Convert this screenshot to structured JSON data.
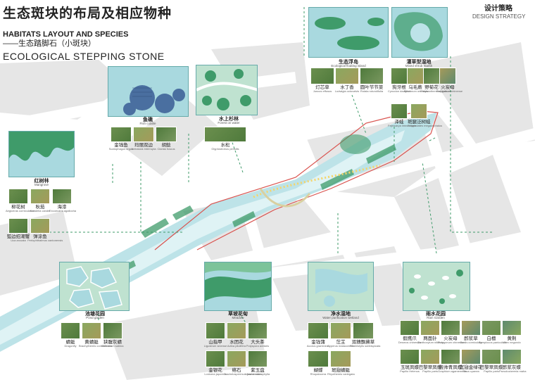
{
  "header": {
    "title_cn": "生态斑块的布局及相应物种",
    "title_en": "HABITATS LAYOUT AND SPECIES",
    "subtitle_cn": "——生态踏脚石（小斑块）",
    "subtitle_en": "ECOLOGICAL STEPPING STONE",
    "section_cn": "设计策略",
    "section_en": "DESIGN STRATEGY"
  },
  "colors": {
    "water": "#bde3e8",
    "land": "#c7c9ca",
    "background": "#e4e4e4",
    "accent": "#d9534f",
    "green": "#3f9b6a"
  },
  "habitats": {
    "fish": {
      "name": "鱼礁",
      "en": "Fish cobble"
    },
    "pine": {
      "name": "水上杉林",
      "en": "Forest on water"
    },
    "floating": {
      "name": "生态浮岛",
      "en": "Ecological floating island"
    },
    "shrub": {
      "name": "灌草型湿地",
      "en": "Mixed shrub marsh"
    },
    "mangrove": {
      "name": "红树林",
      "en": "Mangrove"
    },
    "pond": {
      "name": "池塘花园",
      "en": "Pond garden"
    },
    "meadow": {
      "name": "草坡花甸",
      "en": "Meadow"
    },
    "purify": {
      "name": "净水湿地",
      "en": "Water purification wetland"
    },
    "rain": {
      "name": "雨水花园",
      "en": "Rain Garden"
    }
  },
  "species": {
    "fish": [
      {
        "name": "金钱鱼",
        "latin": "Scatophagus argus"
      },
      {
        "name": "玛丽双边",
        "latin": "Ambassis interrupta"
      },
      {
        "name": "胡鲶",
        "latin": "Clarias fuscus"
      }
    ],
    "pine": [
      {
        "name": "水松",
        "latin": "Glyptostrobus pensilis"
      }
    ],
    "floating": [
      {
        "name": "灯芯草",
        "latin": "Juncus effusus"
      },
      {
        "name": "水丁香",
        "latin": "Ludwigia octovalvis"
      },
      {
        "name": "圆叶节节菜",
        "latin": "Rotala rotundifolia"
      }
    ],
    "shrub1": [
      {
        "name": "狗牙根",
        "latin": "Cynodon dactylon"
      },
      {
        "name": "乌毛蕨",
        "latin": "Blechnum orientale"
      },
      {
        "name": "野菊花",
        "latin": "Chrysanthemum indicum"
      },
      {
        "name": "火炭母",
        "latin": "Polygonum chinense"
      }
    ],
    "shrub2": [
      {
        "name": "泽蛙",
        "latin": "Fejervarya limnocharis"
      },
      {
        "name": "斑腿泛树蛙",
        "latin": "Polypedates megacephalus"
      }
    ],
    "mangrove1": [
      {
        "name": "柳花树",
        "latin": "Aegiceras corniculatum"
      },
      {
        "name": "秋茄",
        "latin": "Kandelia candel"
      },
      {
        "name": "海漆",
        "latin": "Excoecaria agallocha"
      }
    ],
    "mangrove2": [
      {
        "name": "弧边招潮蟹",
        "latin": "Uca arcuata"
      },
      {
        "name": "弹涂鱼",
        "latin": "Periophthalmus cantonensis"
      }
    ],
    "pond": [
      {
        "name": "蜻蜓",
        "latin": "Dragonfly"
      },
      {
        "name": "黄蜻蜓",
        "latin": "Brachythemis contaminata"
      },
      {
        "name": "狭腹灰蜻",
        "latin": "Orthetrum sabina"
      }
    ],
    "meadow1": [
      {
        "name": "山指甲",
        "latin": "Ligustrum sinense"
      },
      {
        "name": "水团花",
        "latin": "Adina pilulifera"
      },
      {
        "name": "大头茶",
        "latin": "Polyspora axillaris"
      }
    ],
    "meadow2": [
      {
        "name": "金银花",
        "latin": "Lonicera japonica"
      },
      {
        "name": "络石",
        "latin": "Trachelospermum jasminoides"
      },
      {
        "name": "紫玉盘",
        "latin": "Uvaria macrophylla"
      }
    ],
    "purify1": [
      {
        "name": "金钱蒲",
        "latin": "Acorus gramineus"
      },
      {
        "name": "茳芏",
        "latin": "Cyperus malaccensis"
      },
      {
        "name": "双穗飘拂草",
        "latin": "Fimbristylis subbispicata"
      }
    ],
    "purify2": [
      {
        "name": "蝴蝶",
        "latin": "Rhopalocera"
      },
      {
        "name": "斑翅蜻蜓",
        "latin": "Rhyothemis variegata"
      }
    ],
    "rain1": [
      {
        "name": "假鹰爪",
        "latin": "Desmos chinensis"
      },
      {
        "name": "两面针",
        "latin": "Zanthoxylum nitidum"
      },
      {
        "name": "火炭母",
        "latin": "Polygonum chinense"
      },
      {
        "name": "酢浆草",
        "latin": "Oxalis corniculata"
      },
      {
        "name": "白檀",
        "latin": "Symplocos paniculata"
      },
      {
        "name": "黄荆",
        "latin": "Vitex negundo"
      }
    ],
    "rain2": [
      {
        "name": "玉斑凤蝶",
        "latin": "Papilio Helenus"
      },
      {
        "name": "巴黎翠凤蝶",
        "latin": "Papilio paris"
      },
      {
        "name": "统帅青凤蝶",
        "latin": "Graphium agamemnon"
      },
      {
        "name": "宽翅金绿花",
        "latin": "Rhoa cyanea"
      },
      {
        "name": "巴黎翠凤蝶",
        "latin": "Papilio paris"
      },
      {
        "name": "酢浆灰蝶",
        "latin": "Pseudozizeeria maha"
      }
    ]
  }
}
